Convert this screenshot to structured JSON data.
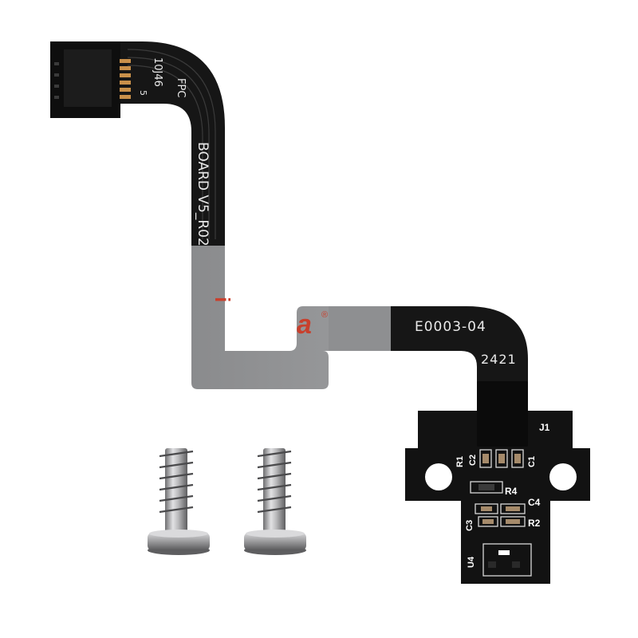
{
  "product": {
    "cable_markings": {
      "part_code": "10J46",
      "index": "5",
      "type": "FPC",
      "board_rev": "BOARD V5_R02"
    },
    "stiffener_marking": {
      "model": "E0003-04",
      "date_code": "2421"
    },
    "silkscreen": {
      "j1": "J1",
      "r1": "R1",
      "c2": "C2",
      "c1": "C1",
      "r4": "R4",
      "c4": "C4",
      "c3": "C3",
      "r2": "R2",
      "u4": "U4"
    },
    "screws": {
      "count": 2
    },
    "colors": {
      "flex_black": "#161616",
      "stiffener_gray": "#8f9092",
      "board_black": "#121212",
      "copper": "#c9904a",
      "steel": "#a8a8aa",
      "logo_red": "#c8402d"
    }
  }
}
